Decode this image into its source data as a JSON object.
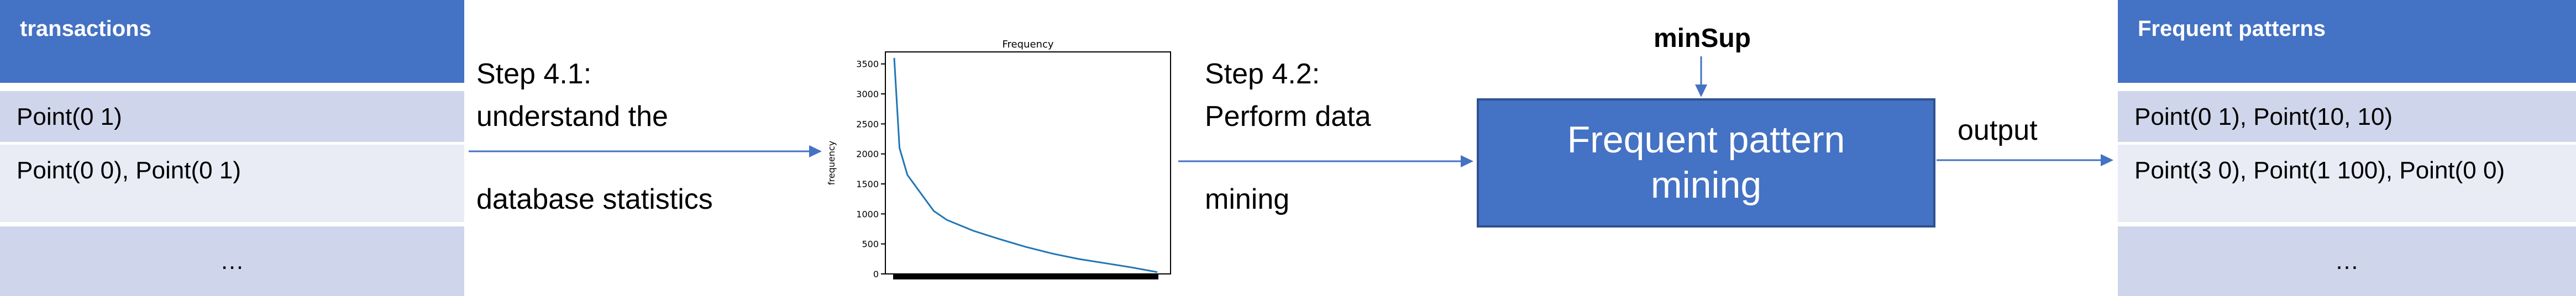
{
  "transactions": {
    "header": "transactions",
    "rows": [
      "Point(0 1)",
      "Point(0 0), Point(0 1)",
      "…"
    ]
  },
  "step1": {
    "line1": "Step 4.1:",
    "line2": "understand the",
    "line3": "database statistics"
  },
  "step2": {
    "line1": "Step 4.2:",
    "line2": "Perform  data",
    "line3": "mining"
  },
  "minsup": "minSup",
  "fp_box": {
    "line1": "Frequent pattern",
    "line2": "mining"
  },
  "output_label": "output",
  "frequent": {
    "header": "Frequent patterns",
    "rows": [
      "Point(0 1), Point(10, 10)",
      "Point(3 0), Point(1 100), Point(0 0)",
      "…"
    ]
  },
  "colors": {
    "accent": "#4472c4",
    "row_dark": "#cfd5ea",
    "row_light": "#e9ebf5",
    "arrow": "#4472c4"
  },
  "chart_data": {
    "type": "line",
    "title": "Frequency",
    "xlabel": "",
    "ylabel": "frequency",
    "ylim": [
      0,
      3700
    ],
    "yticks": [
      0,
      500,
      1000,
      1500,
      2000,
      2500,
      3000,
      3500
    ],
    "x": [
      0,
      0.02,
      0.05,
      0.1,
      0.15,
      0.2,
      0.3,
      0.4,
      0.5,
      0.6,
      0.7,
      0.8,
      0.9,
      1.0
    ],
    "values": [
      3600,
      2100,
      1650,
      1350,
      1050,
      900,
      720,
      580,
      450,
      340,
      250,
      180,
      110,
      30
    ]
  }
}
